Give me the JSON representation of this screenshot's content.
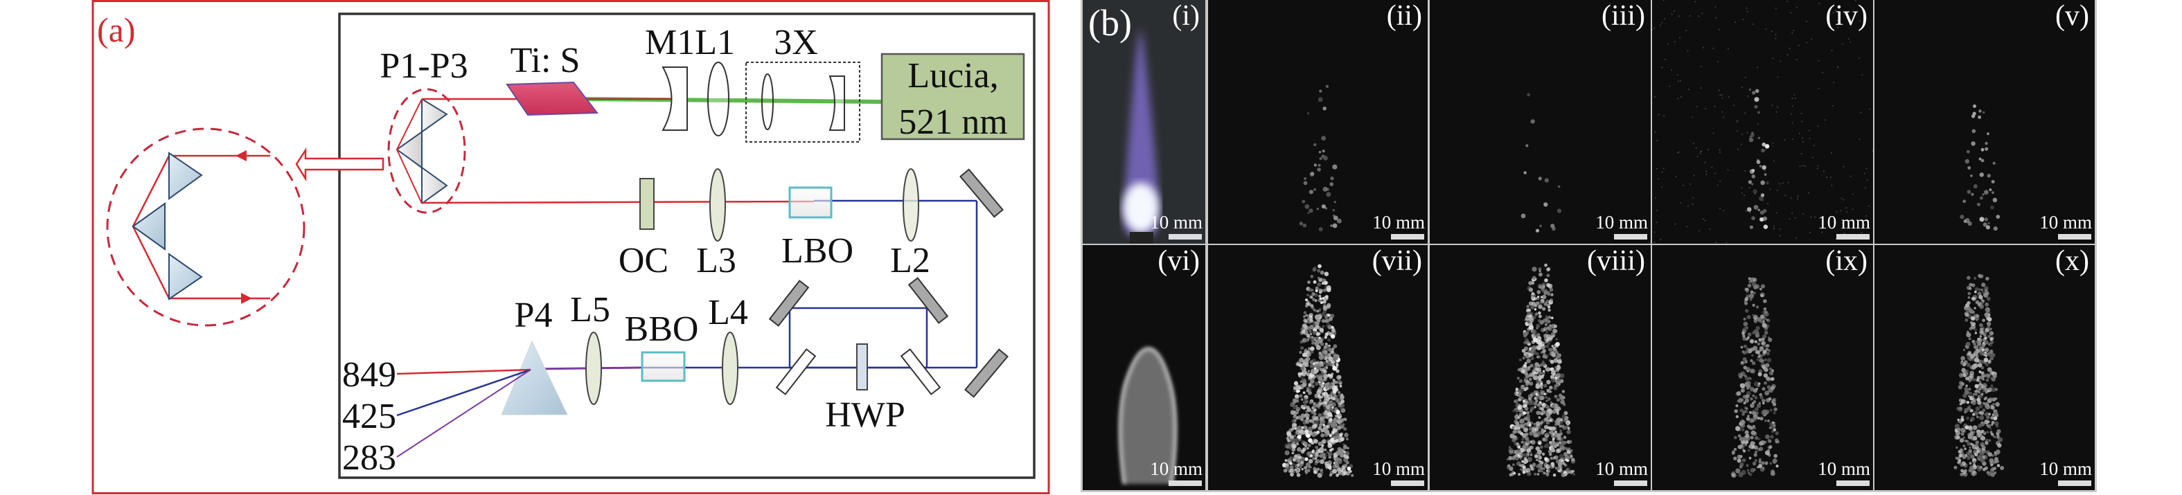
{
  "panel_a": {
    "label": "(a)",
    "prisms_label": "P1-P3",
    "crystal_label": "Ti: S",
    "mirror_lens_label": "M1L1",
    "telescope_label": "3X",
    "pump_laser": {
      "name": "Lucia,",
      "wavelength": "521 nm"
    },
    "oc_label": "OC",
    "l3_label": "L3",
    "lbo_label": "LBO",
    "l2_label": "L2",
    "p4_label": "P4",
    "l5_label": "L5",
    "bbo_label": "BBO",
    "l4_label": "L4",
    "hwp_label": "HWP",
    "outputs": [
      "849",
      "425",
      "283"
    ],
    "colors": {
      "frame": "#d42a32",
      "fundamental": "#d42a32",
      "second_harmonic": "#26339a",
      "third_harmonic": "#7a3aa0",
      "pump": "#5cb84a"
    }
  },
  "panel_b": {
    "label": "(b)",
    "scale_text": "10 mm",
    "images": [
      {
        "label": "(i)"
      },
      {
        "label": "(ii)"
      },
      {
        "label": "(iii)"
      },
      {
        "label": "(iv)"
      },
      {
        "label": "(v)"
      },
      {
        "label": "(vi)"
      },
      {
        "label": "(vii)"
      },
      {
        "label": "(viii)"
      },
      {
        "label": "(ix)"
      },
      {
        "label": "(x)"
      }
    ]
  }
}
